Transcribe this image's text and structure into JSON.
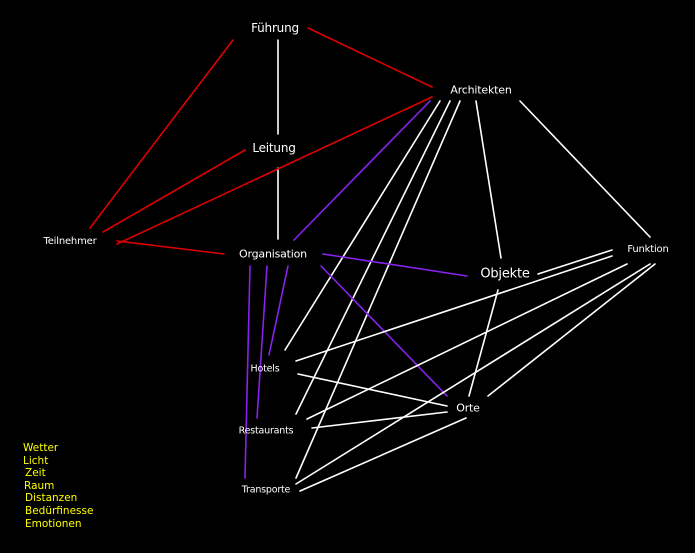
{
  "colors": {
    "background": "#000000",
    "node_text": "#ffffff",
    "list_text": "#ffff00",
    "edge_red": "#dd0000",
    "edge_purple": "#8822ee",
    "edge_white": "#ffffff"
  },
  "nodes": {
    "fuehrung": "Führung",
    "architekten": "Architekten",
    "leitung": "Leitung",
    "teilnehmer": "Teilnehmer",
    "organisation": "Organisation",
    "objekte": "Objekte",
    "funktion": "Funktion",
    "hotels": "Hotels",
    "orte": "Orte",
    "restaurants": "Restaurants",
    "transporte": "Transporte"
  },
  "side_list": [
    "Wetter",
    "Licht",
    "Zeit",
    "Raum",
    "Distanzen",
    "Bedürfinesse",
    "Emotionen"
  ],
  "edges": [
    {
      "from": "fuehrung",
      "to": "architekten",
      "color": "red"
    },
    {
      "from": "fuehrung",
      "to": "teilnehmer",
      "color": "red"
    },
    {
      "from": "fuehrung",
      "to": "leitung",
      "color": "white"
    },
    {
      "from": "leitung",
      "to": "teilnehmer",
      "color": "red"
    },
    {
      "from": "leitung",
      "to": "organisation",
      "color": "white"
    },
    {
      "from": "teilnehmer",
      "to": "architekten",
      "color": "red"
    },
    {
      "from": "teilnehmer",
      "to": "organisation",
      "color": "red"
    },
    {
      "from": "architekten",
      "to": "organisation",
      "color": "purple"
    },
    {
      "from": "architekten",
      "to": "hotels",
      "color": "white"
    },
    {
      "from": "architekten",
      "to": "restaurants",
      "color": "white"
    },
    {
      "from": "architekten",
      "to": "transporte",
      "color": "white"
    },
    {
      "from": "architekten",
      "to": "objekte",
      "color": "white"
    },
    {
      "from": "architekten",
      "to": "funktion",
      "color": "white"
    },
    {
      "from": "organisation",
      "to": "objekte",
      "color": "purple"
    },
    {
      "from": "organisation",
      "to": "orte",
      "color": "purple"
    },
    {
      "from": "organisation",
      "to": "hotels",
      "color": "purple"
    },
    {
      "from": "organisation",
      "to": "restaurants",
      "color": "purple"
    },
    {
      "from": "organisation",
      "to": "transporte",
      "color": "purple"
    },
    {
      "from": "objekte",
      "to": "funktion",
      "color": "white"
    },
    {
      "from": "objekte",
      "to": "orte",
      "color": "white"
    },
    {
      "from": "funktion",
      "to": "hotels",
      "color": "white"
    },
    {
      "from": "funktion",
      "to": "restaurants",
      "color": "white"
    },
    {
      "from": "funktion",
      "to": "transporte",
      "color": "white"
    },
    {
      "from": "funktion",
      "to": "orte",
      "color": "white"
    },
    {
      "from": "hotels",
      "to": "orte",
      "color": "white"
    },
    {
      "from": "restaurants",
      "to": "orte",
      "color": "white"
    },
    {
      "from": "transporte",
      "to": "orte",
      "color": "white"
    }
  ]
}
